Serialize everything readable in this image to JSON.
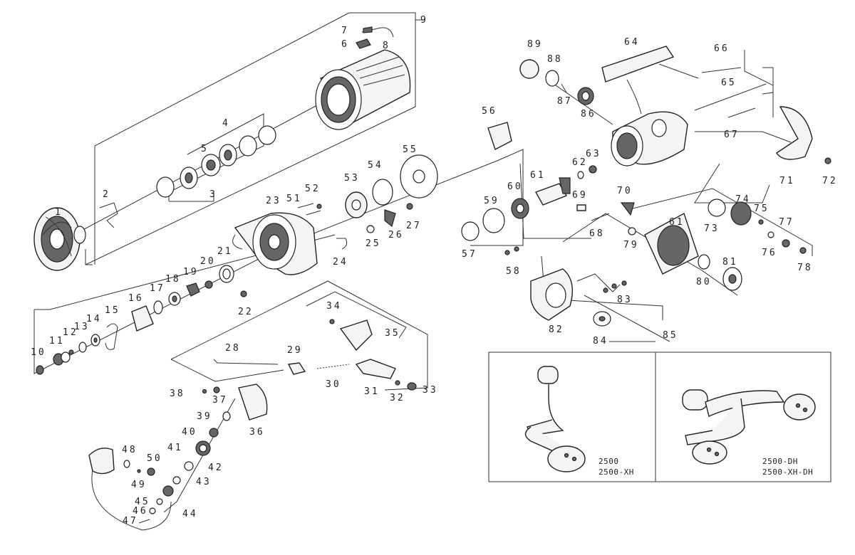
{
  "variants": {
    "left": [
      "2500",
      "2500-XH"
    ],
    "right": [
      "2500-DH",
      "2500-XH-DH"
    ]
  },
  "part_numbers": [
    "1",
    "2",
    "3",
    "4",
    "5",
    "6",
    "7",
    "8",
    "9",
    "10",
    "11",
    "12",
    "13",
    "14",
    "15",
    "16",
    "17",
    "18",
    "19",
    "20",
    "21",
    "22",
    "23",
    "24",
    "25",
    "26",
    "27",
    "28",
    "29",
    "30",
    "31",
    "32",
    "33",
    "34",
    "35",
    "36",
    "37",
    "38",
    "39",
    "40",
    "41",
    "42",
    "43",
    "44",
    "45",
    "46",
    "47",
    "48",
    "49",
    "50",
    "51",
    "52",
    "53",
    "54",
    "55",
    "56",
    "57",
    "58",
    "59",
    "60",
    "61",
    "61",
    "62",
    "63",
    "64",
    "65",
    "66",
    "67",
    "68",
    "69",
    "70",
    "71",
    "72",
    "73",
    "74",
    "75",
    "76",
    "77",
    "78",
    "79",
    "80",
    "81",
    "82",
    "83",
    "84",
    "85",
    "86",
    "87",
    "88",
    "89"
  ]
}
